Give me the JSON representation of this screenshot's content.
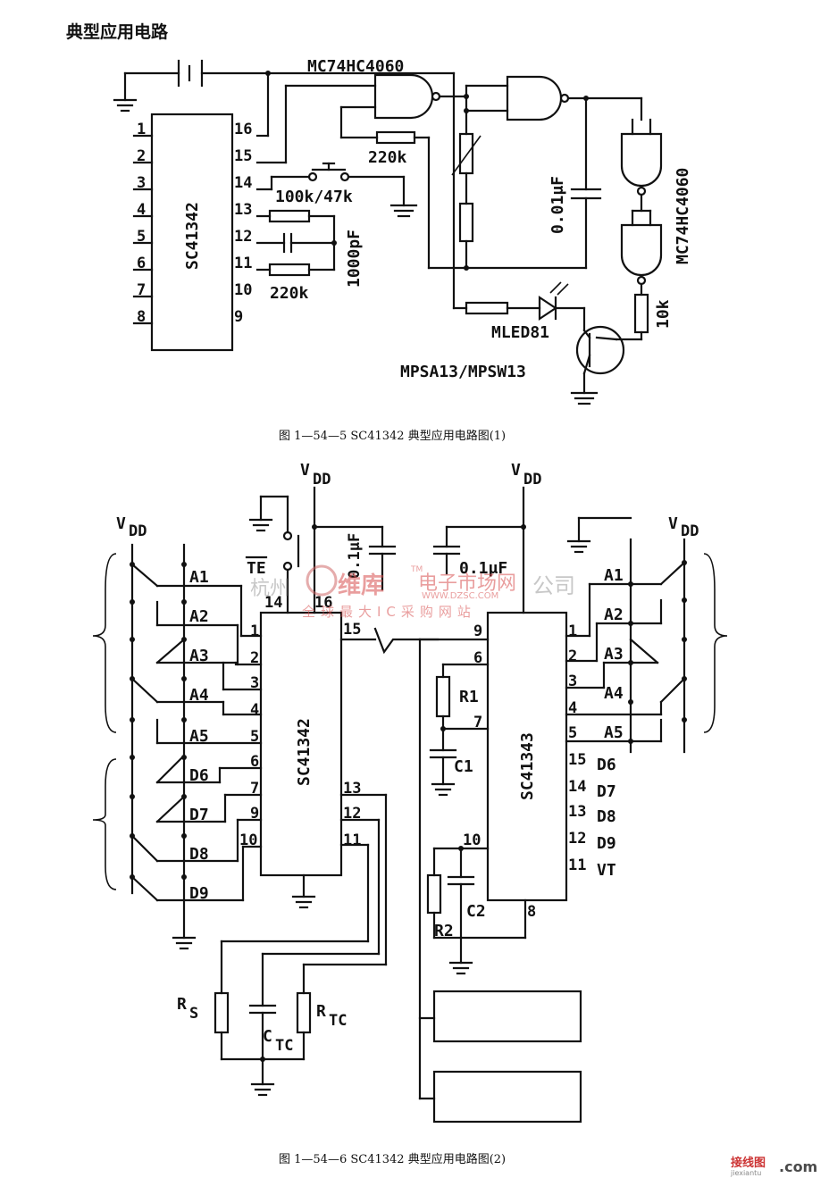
{
  "page_header": "典型应用电路",
  "figure1": {
    "caption": "图 1—54—5   SC41342 典型应用电路图(1)",
    "ic": "SC41342",
    "left_pins": [
      "1",
      "2",
      "3",
      "4",
      "5",
      "6",
      "7",
      "8"
    ],
    "right_pins": [
      "16",
      "15",
      "14",
      "13",
      "12",
      "11",
      "10",
      "9"
    ],
    "gate_label_top": "MC74HC4060",
    "gate_label_side": "MC74HC4060",
    "r_220k_a": "220k",
    "r_100k": "100k/47k",
    "c_1000pf": "1000pF",
    "r_220k_b": "220k",
    "c_001uf": "0.01μF",
    "r_10k": "10k",
    "led": "MLED81",
    "transistor": "MPSA13/MPSW13"
  },
  "figure2": {
    "caption": "图 1—54—6   SC41342 典型应用电路图(2)",
    "vdd": "V",
    "vdd_sub": "DD",
    "ic_left": "SC41342",
    "ic_right": "SC41343",
    "te": "TE",
    "cap_left": "0.1μF",
    "cap_right": "0.1μF",
    "left_lines": [
      "A1",
      "A2",
      "A3",
      "A4",
      "A5",
      "D6",
      "D7",
      "D8",
      "D9"
    ],
    "right_lines": [
      "A1",
      "A2",
      "A3",
      "A4",
      "A5"
    ],
    "left_ic_pins_left": [
      "1",
      "2",
      "3",
      "4",
      "5",
      "6",
      "7",
      "9",
      "10"
    ],
    "left_ic_pins_top": [
      "14",
      "16"
    ],
    "left_ic_pin15": "15",
    "left_ic_pins_right": [
      "13",
      "12",
      "11"
    ],
    "right_ic_pins_left": [
      "9",
      "6",
      "7",
      "10"
    ],
    "right_ic_pins_right": [
      "1",
      "2",
      "3",
      "4",
      "5",
      "15",
      "14",
      "13",
      "12",
      "11"
    ],
    "right_ic_pin8": "8",
    "right_outputs": [
      "D6",
      "D7",
      "D8",
      "D9",
      "VT"
    ],
    "r1": "R1",
    "c1": "C1",
    "c2": "C2",
    "r2": "R2",
    "rs": "R",
    "rs_sub": "S",
    "ctc": "C",
    "ctc_sub": "TC",
    "rtc": "R",
    "rtc_sub": "TC"
  },
  "watermark": {
    "cn_left": "杭州",
    "brand": "维库",
    "tm": "TM",
    "brand_text": "电子市场网",
    "cn_right": "公司",
    "url": "WWW.DZSC.COM",
    "slogan": "全球最大IC采购网站",
    "corner_cn": "接线图",
    "corner_url": "jiexiantu",
    "corner_com": ".com"
  }
}
